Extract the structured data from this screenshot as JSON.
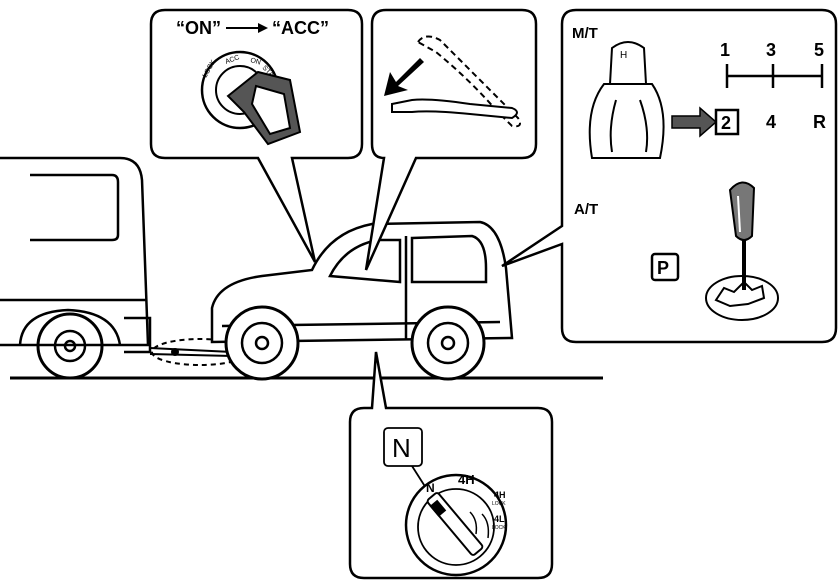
{
  "ignition_callout": {
    "label_from": "“ON”",
    "label_to": "“ACC”",
    "dial_marks": [
      "LOCK",
      "ACC",
      "ON",
      "START"
    ]
  },
  "transmission_callout": {
    "manual_label": "M/T",
    "auto_label": "A/T",
    "gear_top": [
      "1",
      "3",
      "5"
    ],
    "gear_bottom": [
      "2",
      "4",
      "R"
    ],
    "selected_manual_gear": "2",
    "auto_position": "P"
  },
  "transfer_callout": {
    "selected": "N",
    "dial_labels": {
      "n": "N",
      "h4": "4H",
      "h4lock": "4H",
      "l4": "4L",
      "lock1": "LOCK",
      "lock2": "LOCK"
    }
  }
}
